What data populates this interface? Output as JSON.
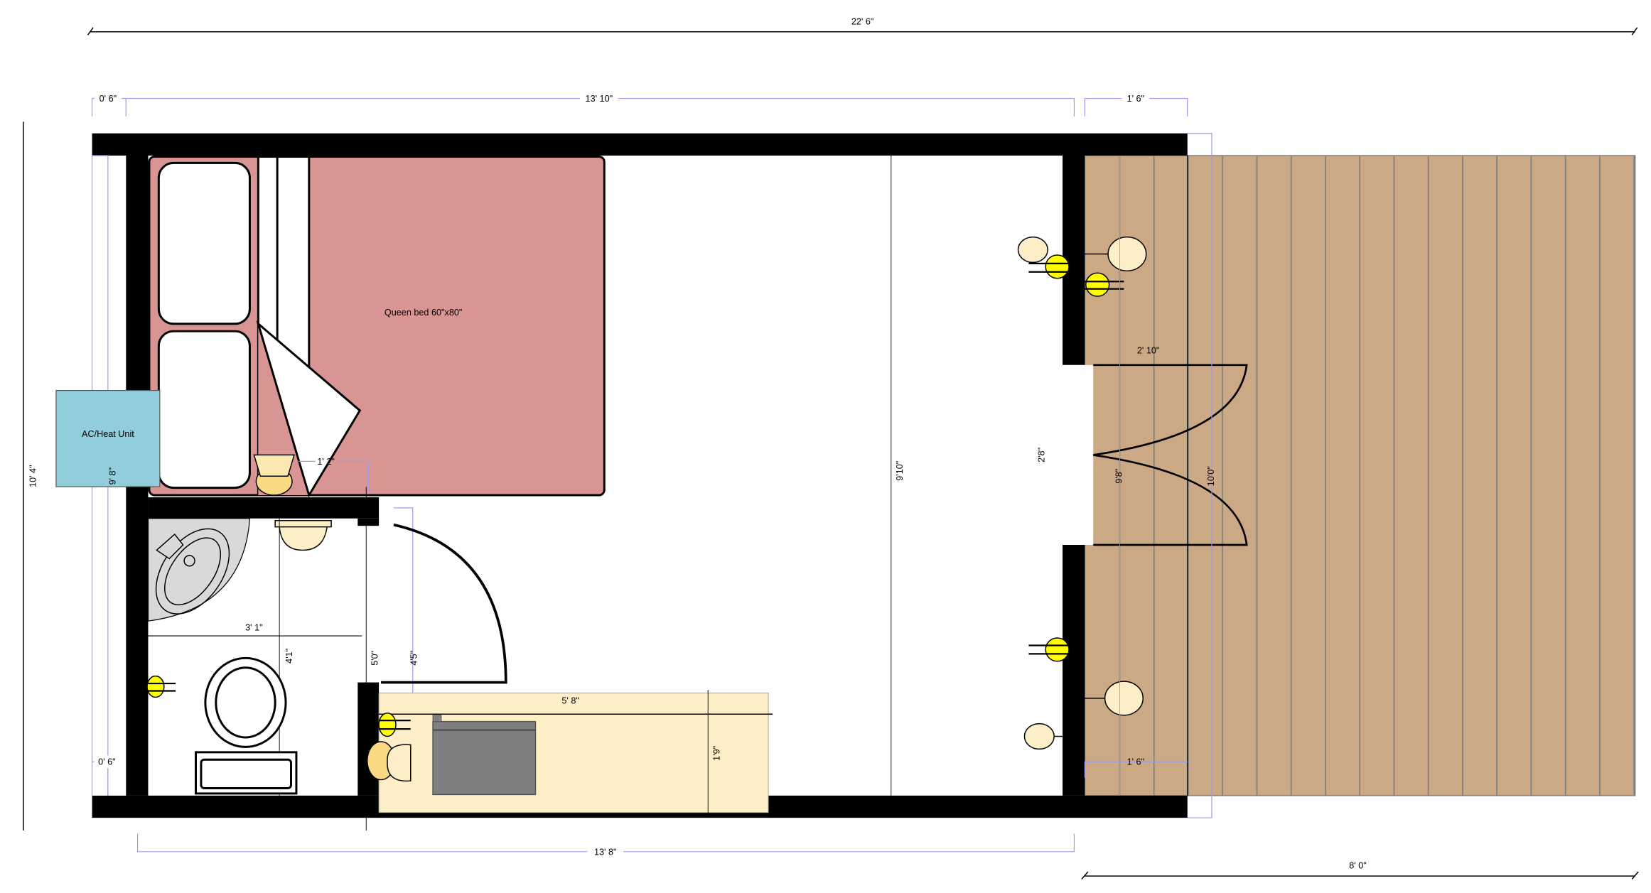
{
  "colors": {
    "bed": "#d99594",
    "ac_unit": "#92cddb",
    "desk": "#fcefc8",
    "deck": "#cca985",
    "deck_plank_line": "#808080",
    "sink": "#d9d9d9",
    "light": "#ffff00",
    "lamp": "#fcefc8",
    "wall": "#000000",
    "dimension_line": "#9999ee"
  },
  "labels": {
    "bed": "Queen bed 60\"x80\"",
    "ac_unit": "AC/Heat Unit"
  },
  "dimensions": {
    "overall_width": "22' 6\"",
    "top_left_offset": "0' 6\"",
    "interior_width_top": "13' 10\"",
    "top_right_offset": "1' 6\"",
    "overall_height": "10' 4\"",
    "left_inner_height": "9' 8\"",
    "bottom_left_offset": "0' 6\"",
    "lamp_offset": "1' 2\"",
    "bathroom_width": "3' 1\"",
    "bathroom_depth": "4'1\"",
    "bathroom_wall": "5'0\"",
    "bathroom_door": "4'5\"",
    "desk_length": "5' 8\"",
    "desk_depth": "1'9\"",
    "room_height": "9'10\"",
    "entry_opening": "2'8\"",
    "entry_door": "2' 10\"",
    "deck_inner": "9'8\"",
    "deck_height": "10'0\"",
    "bottom_right_offset": "1' 6\"",
    "interior_width_bottom": "13' 8\"",
    "deck_width": "8' 0\""
  }
}
